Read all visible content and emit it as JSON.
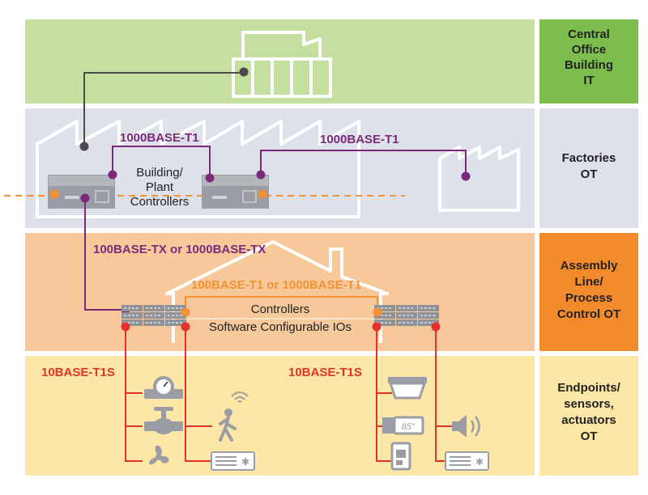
{
  "tiers": [
    {
      "label": "Central\nOffice\nBuilding\nIT",
      "band_color": "#c5df9f",
      "label_color": "#7dbd4d"
    },
    {
      "label": "Factories\nOT",
      "band_color": "#dde1e9",
      "label_color": "#dde1e9"
    },
    {
      "label": "Assembly\nLine/\nProcess\nControl OT",
      "band_color": "#f7c99a",
      "label_color": "#f38a2c"
    },
    {
      "label": "Endpoints/\nsensors,\nactuators\nOT",
      "band_color": "#fde7a6",
      "label_color": "#fde7a6"
    }
  ],
  "links": {
    "factory_left": "1000BASE-T1",
    "factory_right": "1000BASE-T1",
    "to_assembly": "100BASE-TX or 1000BASE-TX",
    "assembly": "100BASE-T1 or 1000BASE-T1",
    "endpoints_left": "10BASE-T1S",
    "endpoints_right": "10BASE-T1S"
  },
  "controllers_factory": "Building/\nPlant\nControllers",
  "assembly_labels": {
    "controllers": "Controllers",
    "ios": "Software Configurable IOs"
  },
  "endpoint_devices_left": [
    "flow-meter-icon",
    "valve-icon",
    "fan-icon",
    "person-motion-sensor-icon",
    "hvac-unit-icon"
  ],
  "endpoint_devices_right": [
    "ceiling-sensor-icon",
    "thermostat-icon",
    "display-panel-icon",
    "speaker-icon",
    "hvac-unit-icon"
  ],
  "thermostat_reading": "85°",
  "colors": {
    "purple": "#7b2a7b",
    "orange": "#f39235",
    "red": "#e4322b",
    "dark": "#4a4a4a",
    "gray_device": "#9a9da3"
  }
}
